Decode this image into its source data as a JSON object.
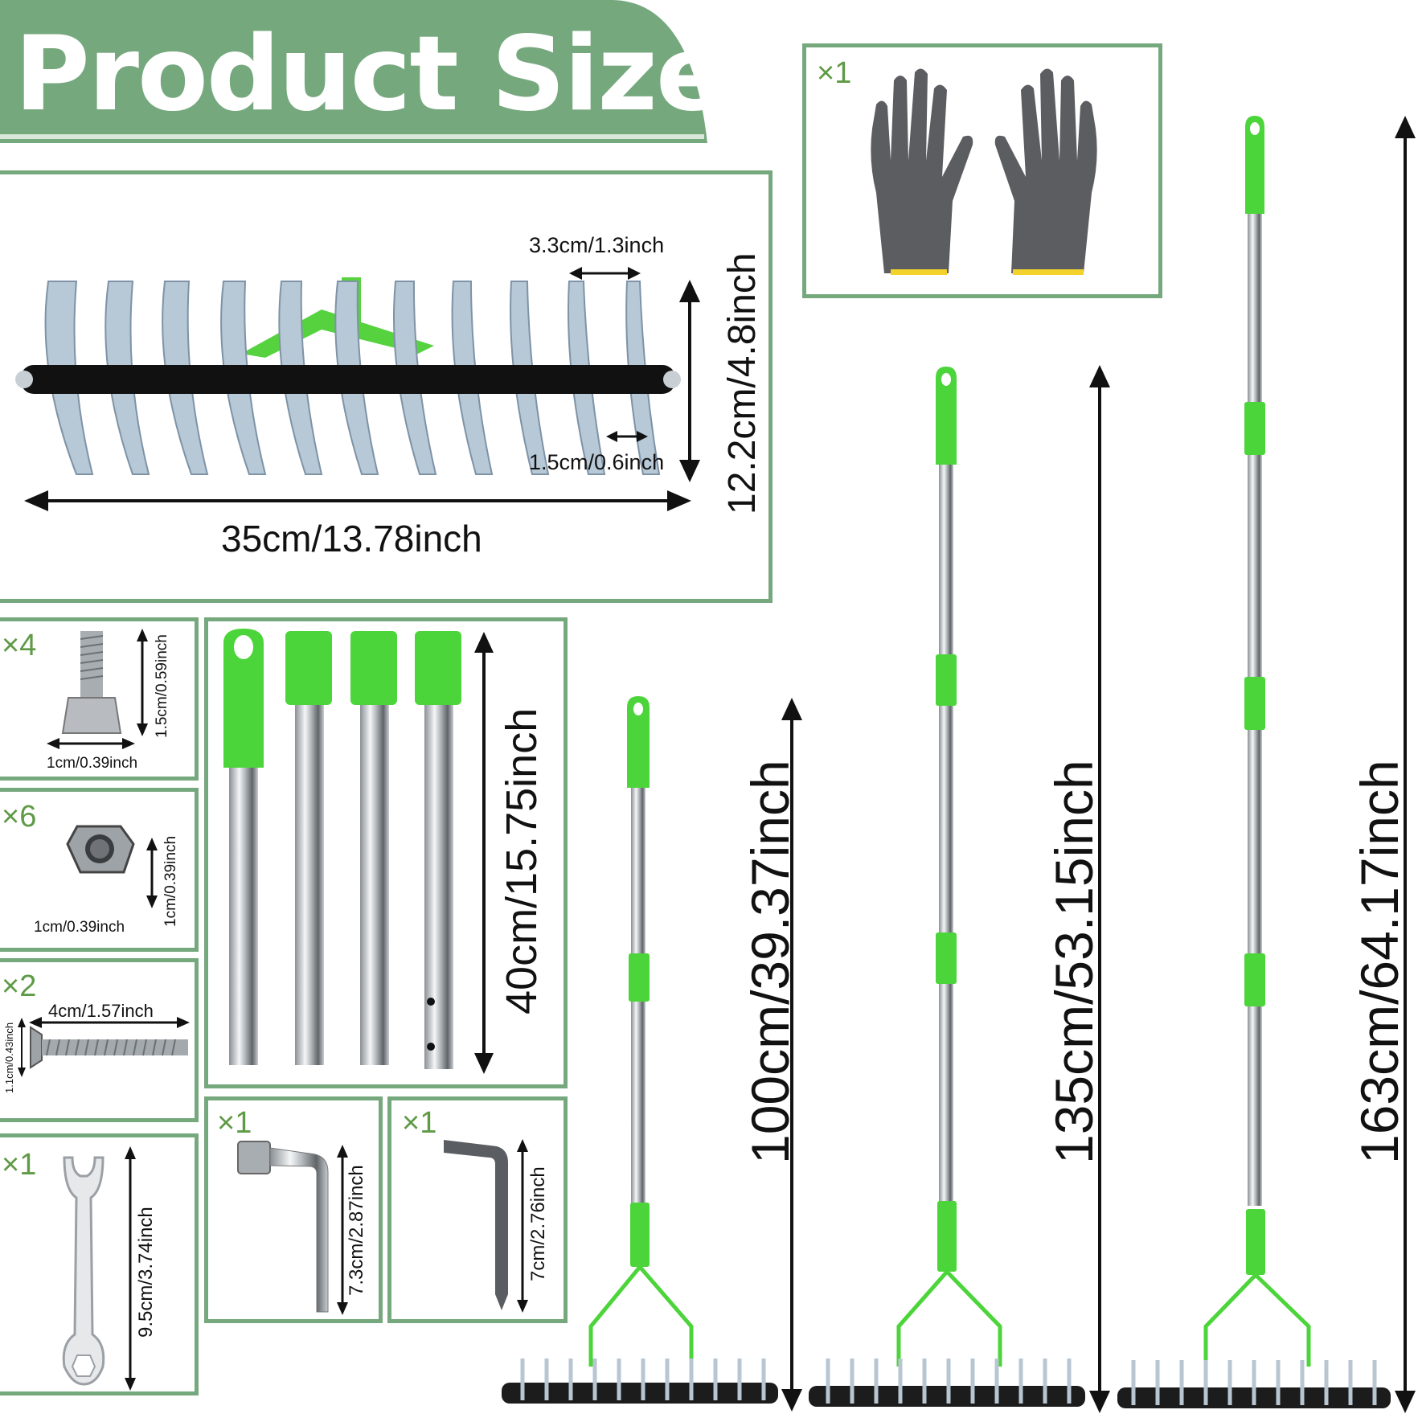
{
  "header": {
    "title": "Product Size"
  },
  "rake_head": {
    "tine_width": "3.3cm/1.3inch",
    "tine_gap": "1.5cm/0.6inch",
    "height": "12.2cm/4.8inch",
    "width": "35cm/13.78inch"
  },
  "gloves": {
    "qty": "×1"
  },
  "bolt": {
    "qty": "×4",
    "height": "1.5cm/0.59inch",
    "width": "1cm/0.39inch"
  },
  "nut": {
    "qty": "×6",
    "height": "1cm/0.39inch",
    "width": "1cm/0.39inch"
  },
  "screw": {
    "qty": "×2",
    "length": "4cm/1.57inch",
    "diameter": "1.1cm/0.43inch"
  },
  "wrench": {
    "qty": "×1",
    "length": "9.5cm/3.74inch"
  },
  "poles": {
    "length": "40cm/15.75inch"
  },
  "socket_wrench": {
    "qty": "×1",
    "length": "7.3cm/2.87inch"
  },
  "hex_key": {
    "qty": "×1",
    "length": "7cm/2.76inch"
  },
  "assembled": {
    "short": "100cm/39.37inch",
    "medium": "135cm/53.15inch",
    "long": "163cm/64.17inch"
  },
  "colors": {
    "accent_green": "#76a87e",
    "handle_green": "#4cd53a",
    "qty_green": "#5f9a46"
  }
}
